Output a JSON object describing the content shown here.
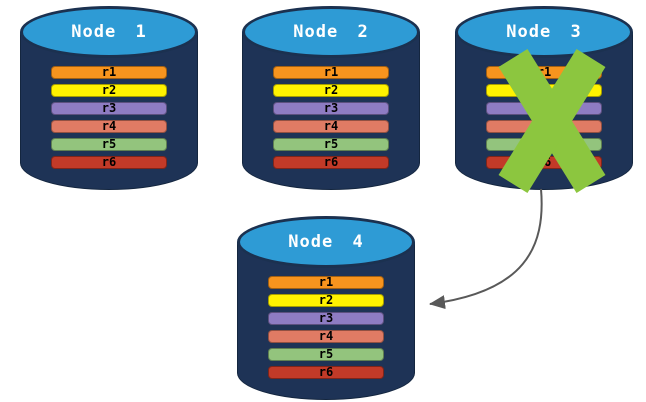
{
  "diagram": {
    "description_labels": {
      "node1": "Node 1",
      "node2": "Node 2",
      "node3": "Node 3",
      "node4": "Node 4"
    },
    "nodes": [
      {
        "id": "node-1",
        "label": "Node 1",
        "failed": false,
        "rows": [
          {
            "id": "r1",
            "label": "r1"
          },
          {
            "id": "r2",
            "label": "r2"
          },
          {
            "id": "r3",
            "label": "r3"
          },
          {
            "id": "r4",
            "label": "r4"
          },
          {
            "id": "r5",
            "label": "r5"
          },
          {
            "id": "r6",
            "label": "r6"
          }
        ]
      },
      {
        "id": "node-2",
        "label": "Node 2",
        "failed": false,
        "rows": [
          {
            "id": "r1",
            "label": "r1"
          },
          {
            "id": "r2",
            "label": "r2"
          },
          {
            "id": "r3",
            "label": "r3"
          },
          {
            "id": "r4",
            "label": "r4"
          },
          {
            "id": "r5",
            "label": "r5"
          },
          {
            "id": "r6",
            "label": "r6"
          }
        ]
      },
      {
        "id": "node-3",
        "label": "Node 3",
        "failed": true,
        "rows": [
          {
            "id": "r1",
            "label": "r1"
          },
          {
            "id": "r2",
            "label": "r2"
          },
          {
            "id": "r3",
            "label": "r3"
          },
          {
            "id": "r4",
            "label": "r4"
          },
          {
            "id": "r5",
            "label": "r5"
          },
          {
            "id": "r6",
            "label": "r6"
          }
        ]
      },
      {
        "id": "node-4",
        "label": "Node 4",
        "failed": false,
        "rows": [
          {
            "id": "r1",
            "label": "r1"
          },
          {
            "id": "r2",
            "label": "r2"
          },
          {
            "id": "r3",
            "label": "r3"
          },
          {
            "id": "r4",
            "label": "r4"
          },
          {
            "id": "r5",
            "label": "r5"
          },
          {
            "id": "r6",
            "label": "r6"
          }
        ]
      }
    ],
    "row_colors": {
      "r1": "#F7941E",
      "r2": "#FFF200",
      "r3": "#8E7CC3",
      "r4": "#E07B64",
      "r5": "#93C47D",
      "r6": "#C23A28"
    },
    "colors": {
      "cylinder_body": "#1E3356",
      "cylinder_top": "#2E9BD5",
      "x_mark": "#8CC63F",
      "arrow": "#595959",
      "node_label_text": "#FFFFFF",
      "row_label_text": "#000000",
      "background": "#FFFFFF"
    },
    "annotations": {
      "x_mark_on_node": "node-3",
      "arrow_from_node": "node-3",
      "arrow_to_node": "node-4"
    }
  }
}
